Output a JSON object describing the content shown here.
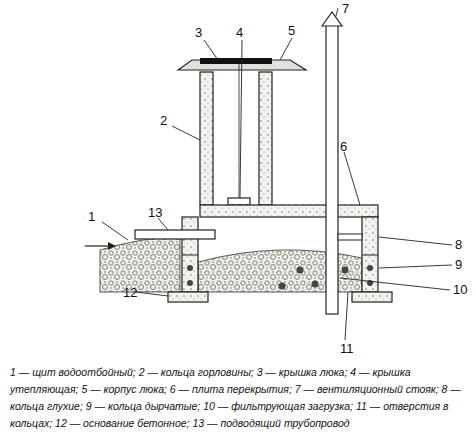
{
  "diagram": {
    "caption": "1 — щит водоотбойный; 2 — кольца горловины; 3 — крышка люка; 4 — крышка утепляющая; 5 — корпус люка; 6 — плита перекрытия; 7 — вентиляционный стояк; 8 — кольца глухие; 9 — кольца дырчатые; 10 — фильтрующая загрузка; 11 — отверстия в кольцах; 12 — основание бетонное; 13 — подводящий трубопровод",
    "labels": [
      "1",
      "2",
      "3",
      "4",
      "5",
      "6",
      "7",
      "8",
      "9",
      "10",
      "11",
      "12",
      "13"
    ]
  }
}
